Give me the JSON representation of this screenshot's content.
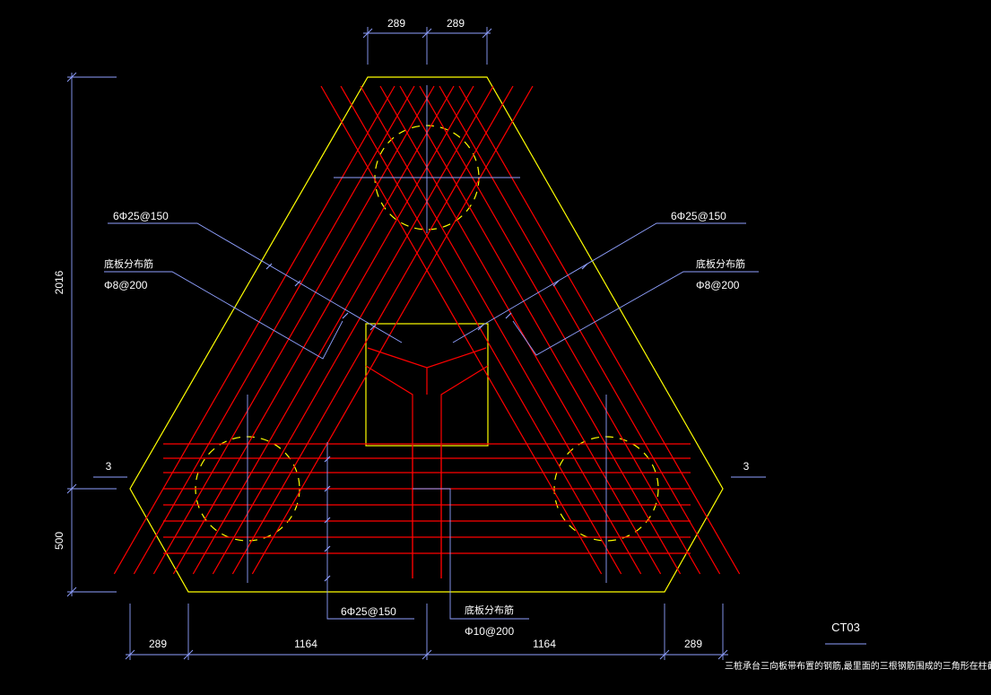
{
  "drawing": {
    "title": "CT03",
    "note": "三桩承台三向板带布置的钢筋,最里面的三根钢筋围成的三角形在柱截面范围之内",
    "colors": {
      "background": "#000000",
      "outline": "#ffff00",
      "rebar": "#ff0000",
      "dimension": "#8fa0ff",
      "text": "#ffffff"
    }
  },
  "dimensions": {
    "top_left": "289",
    "top_right": "289",
    "left_upper": "2016",
    "left_lower": "500",
    "bottom_1": "289",
    "bottom_2": "1164",
    "bottom_3": "1164",
    "bottom_4": "289",
    "section_left": "3",
    "section_right": "3"
  },
  "labels": {
    "main_rebar_left": "6Φ25@150",
    "main_rebar_right": "6Φ25@150",
    "main_rebar_bottom": "6Φ25@150",
    "dist_title_left": "底板分布筋",
    "dist_spec_left": "Φ8@200",
    "dist_title_right": "底板分布筋",
    "dist_spec_right": "Φ8@200",
    "dist_title_bottom": "底板分布筋",
    "dist_spec_bottom": "Φ10@200"
  }
}
